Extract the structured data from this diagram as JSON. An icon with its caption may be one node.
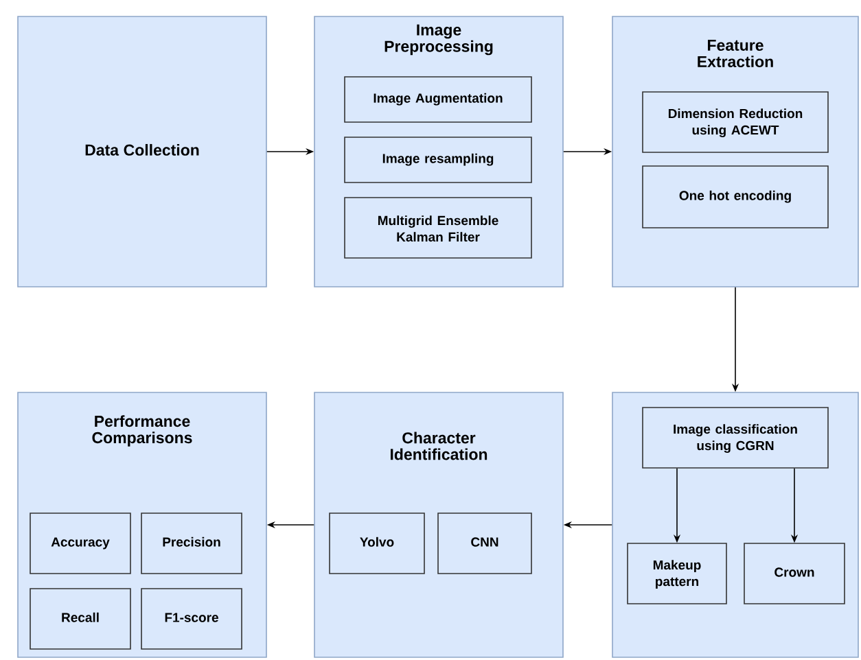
{
  "diagram": {
    "nodes": [
      {
        "text": [
          "Data Collection"
        ]
      },
      {
        "text": [
          "Image Preprocessing"
        ]
      },
      {
        "text": [
          "Image Augmentation"
        ],
        "in": 1
      },
      {
        "text": [
          "Image resampling"
        ],
        "in": 1
      },
      {
        "text": [
          "Multigrid Ensemble Kalman Filter"
        ],
        "in": 1
      },
      {
        "text": [
          "Feature Extraction"
        ]
      },
      {
        "text": [
          "Dimension Reduction using ACEWT"
        ],
        "in": 5
      },
      {
        "text": [
          "One hot encoding"
        ],
        "in": 5
      },
      {
        "text": [
          "Performance Comparisons"
        ]
      },
      {
        "text": [
          "Accuracy"
        ],
        "in": 8
      },
      {
        "text": [
          "Precision"
        ],
        "in": 8
      },
      {
        "text": [
          "Recall"
        ],
        "in": 8
      },
      {
        "text": [
          "F1-score"
        ],
        "in": 8
      },
      {
        "text": [
          "Character Identification"
        ]
      },
      {
        "text": [
          "Yolvo"
        ],
        "in": 13
      },
      {
        "text": [
          "CNN"
        ],
        "in": 13
      },
      {
        "text": [],
        "shape": "box"
      },
      {
        "text": [
          "Image classification using CGRN"
        ],
        "in": 16
      },
      {
        "text": [
          "Makeup pattern"
        ],
        "in": 16
      },
      {
        "text": [
          "Crown"
        ],
        "in": 16
      }
    ],
    "edges": [
      {
        "from": 0,
        "to": 1,
        "arrow": "to"
      },
      {
        "from": 1,
        "to": 5,
        "arrow": "to"
      },
      {
        "from": 5,
        "to": 16,
        "arrow": "to"
      },
      {
        "from": 16,
        "to": 13,
        "arrow": "to"
      },
      {
        "from": 13,
        "to": 8,
        "arrow": "to"
      },
      {
        "from": 17,
        "to": 18,
        "arrow": "to"
      },
      {
        "from": 17,
        "to": 19,
        "arrow": "to"
      }
    ]
  }
}
